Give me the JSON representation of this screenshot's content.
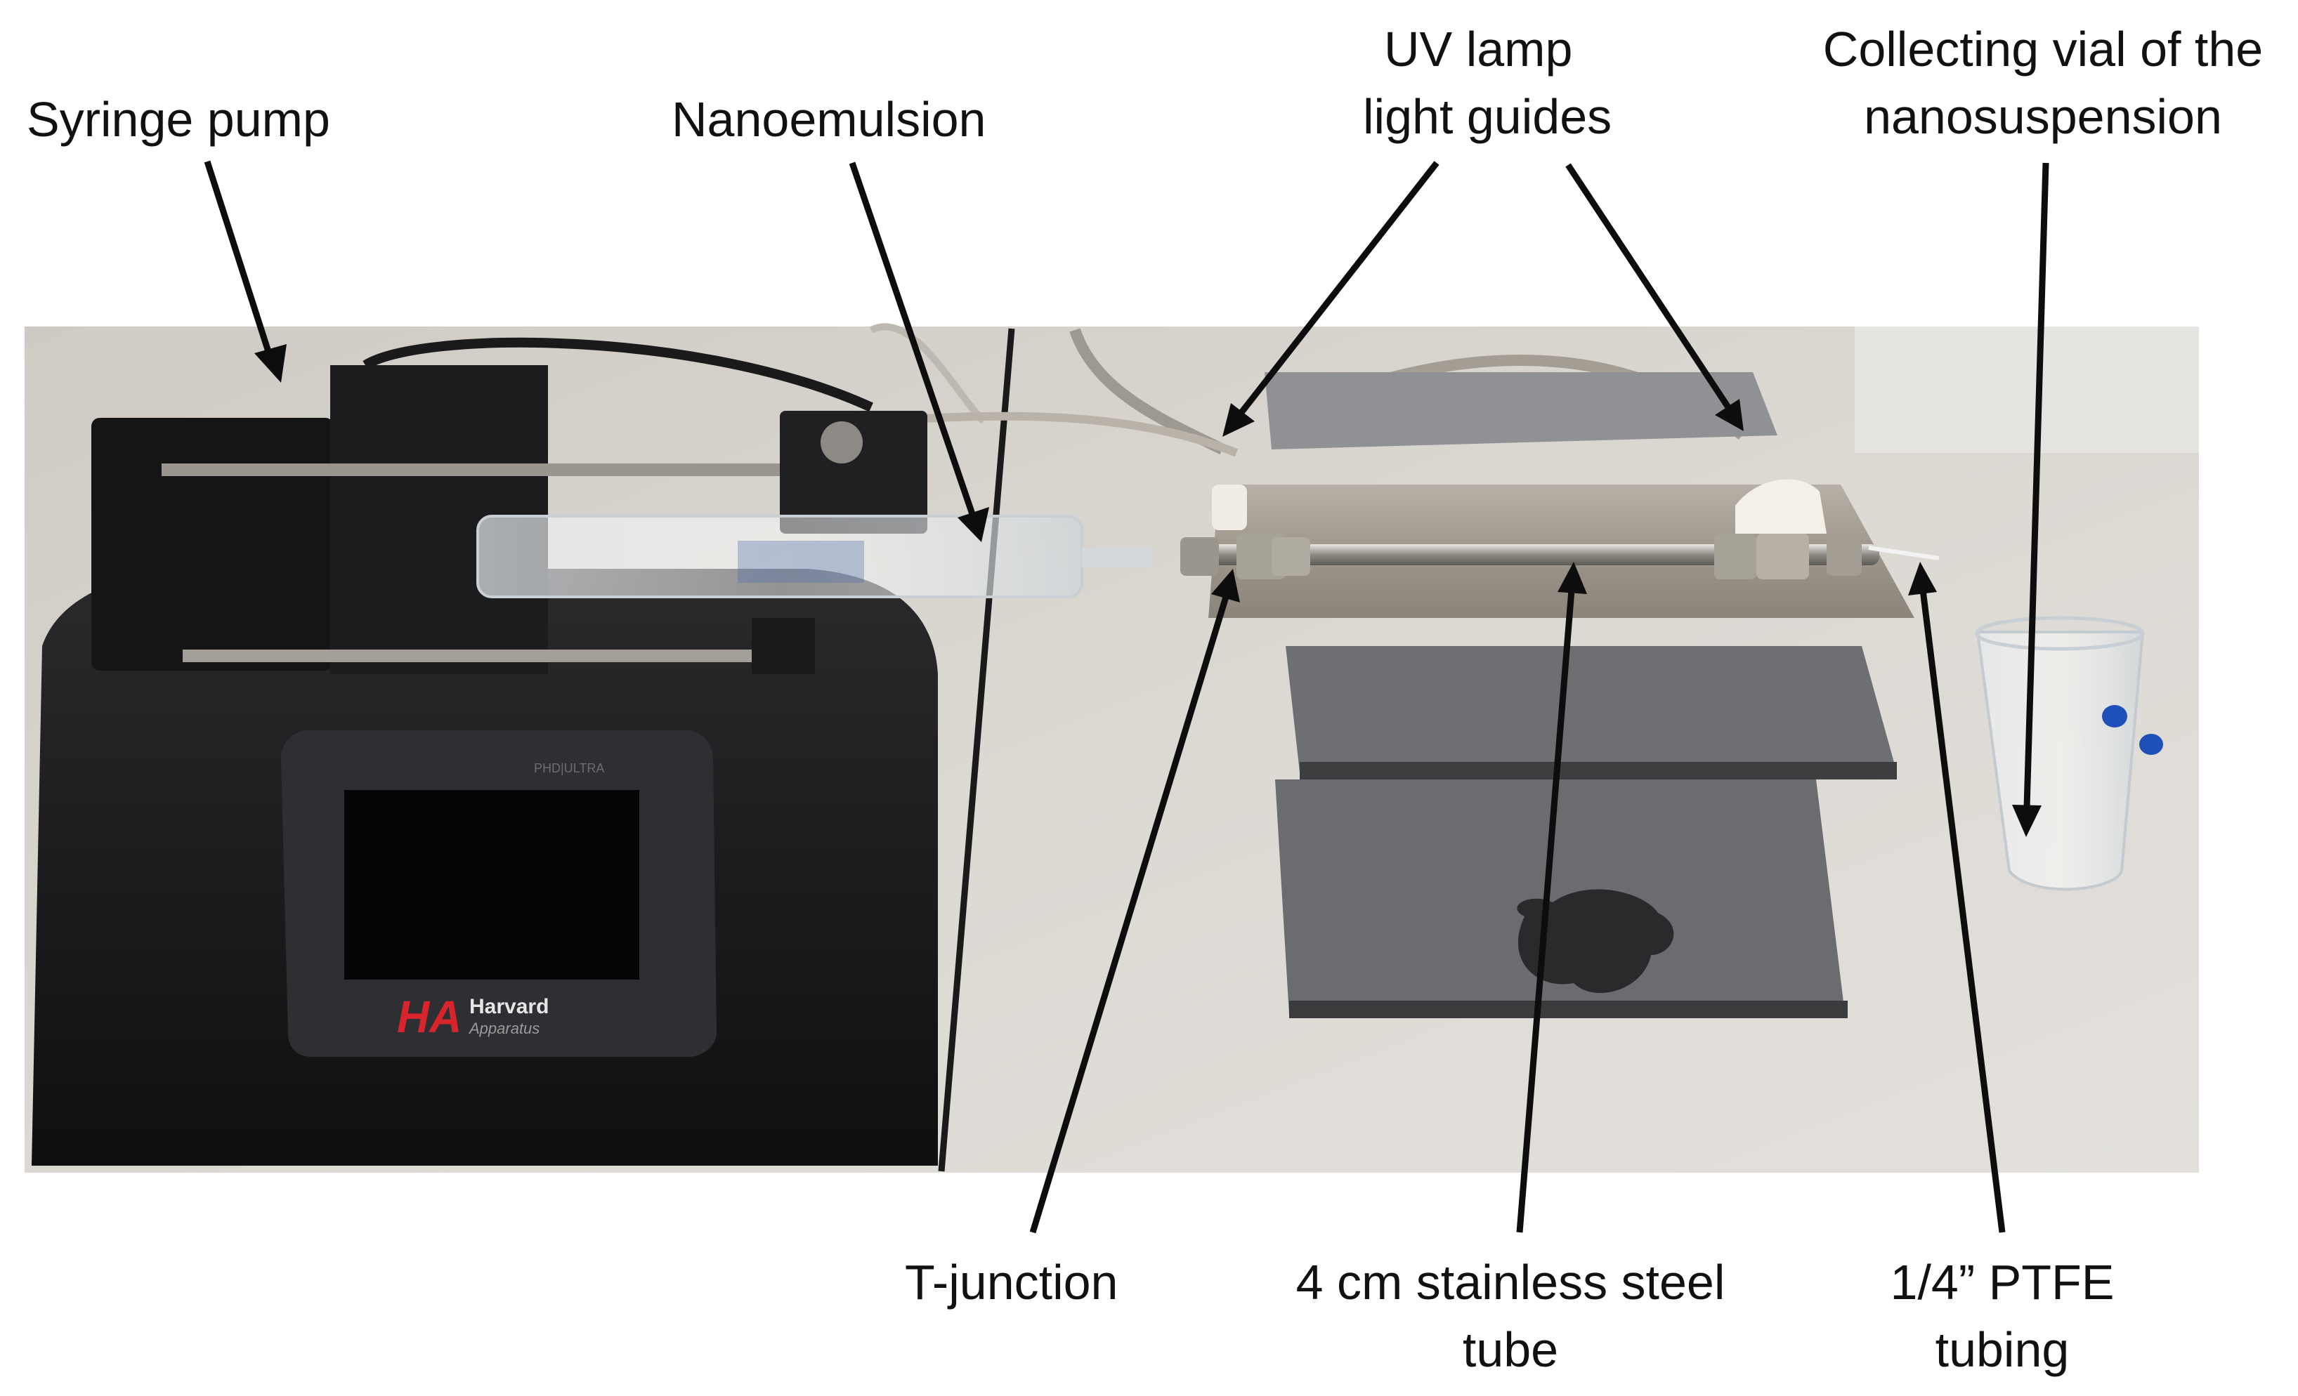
{
  "labels": {
    "syringe_pump": "Syringe pump",
    "nanoemulsion": "Nanoemulsion",
    "uv_lamp_line1": "UV lamp",
    "uv_lamp_line2": "light guides",
    "collecting_line1": "Collecting vial of the",
    "collecting_line2": "nanosuspension",
    "t_junction": "T-junction",
    "steel_tube_line1": "4 cm stainless steel",
    "steel_tube_line2": "tube",
    "ptfe_line1": "1/4” PTFE",
    "ptfe_line2": "tubing"
  },
  "device": {
    "brand": "Harvard",
    "brand_sub": "Apparatus",
    "logo": "HA",
    "model": "PHD|ULTRA"
  },
  "colors": {
    "photo_background": "#d9d6d0",
    "pump_body": "#1b1b1d",
    "steel": "#a8a29a",
    "logo_red": "#d8252c"
  }
}
